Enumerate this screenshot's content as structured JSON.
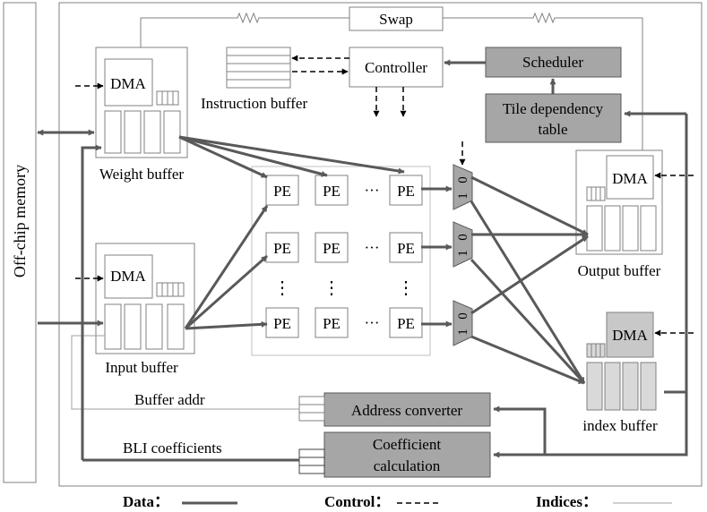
{
  "labels": {
    "off_chip_memory": "Off-chip memory",
    "swap": "Swap",
    "controller": "Controller",
    "scheduler": "Scheduler",
    "tile_dependency_1": "Tile dependency",
    "tile_dependency_2": "table",
    "instruction_buffer": "Instruction buffer",
    "dma": "DMA",
    "weight_buffer": "Weight buffer",
    "input_buffer": "Input buffer",
    "output_buffer": "Output buffer",
    "index_buffer": "index buffer",
    "pe": "PE",
    "hdots": "···",
    "vdots": "⋮",
    "mux_one": "1",
    "mux_zero": "0",
    "buffer_addr": "Buffer addr",
    "address_converter": "Address converter",
    "bli_coefficients": "BLI coefficients",
    "coefficient_1": "Coefficient",
    "coefficient_2": "calculation"
  },
  "legend": {
    "data": "Data：",
    "control": "Control：",
    "indices": "Indices："
  },
  "colors": {
    "data_line": "#595959",
    "block_fill": "#a6a6a6",
    "block_light": "#d9d9d9",
    "border": "#808080"
  }
}
